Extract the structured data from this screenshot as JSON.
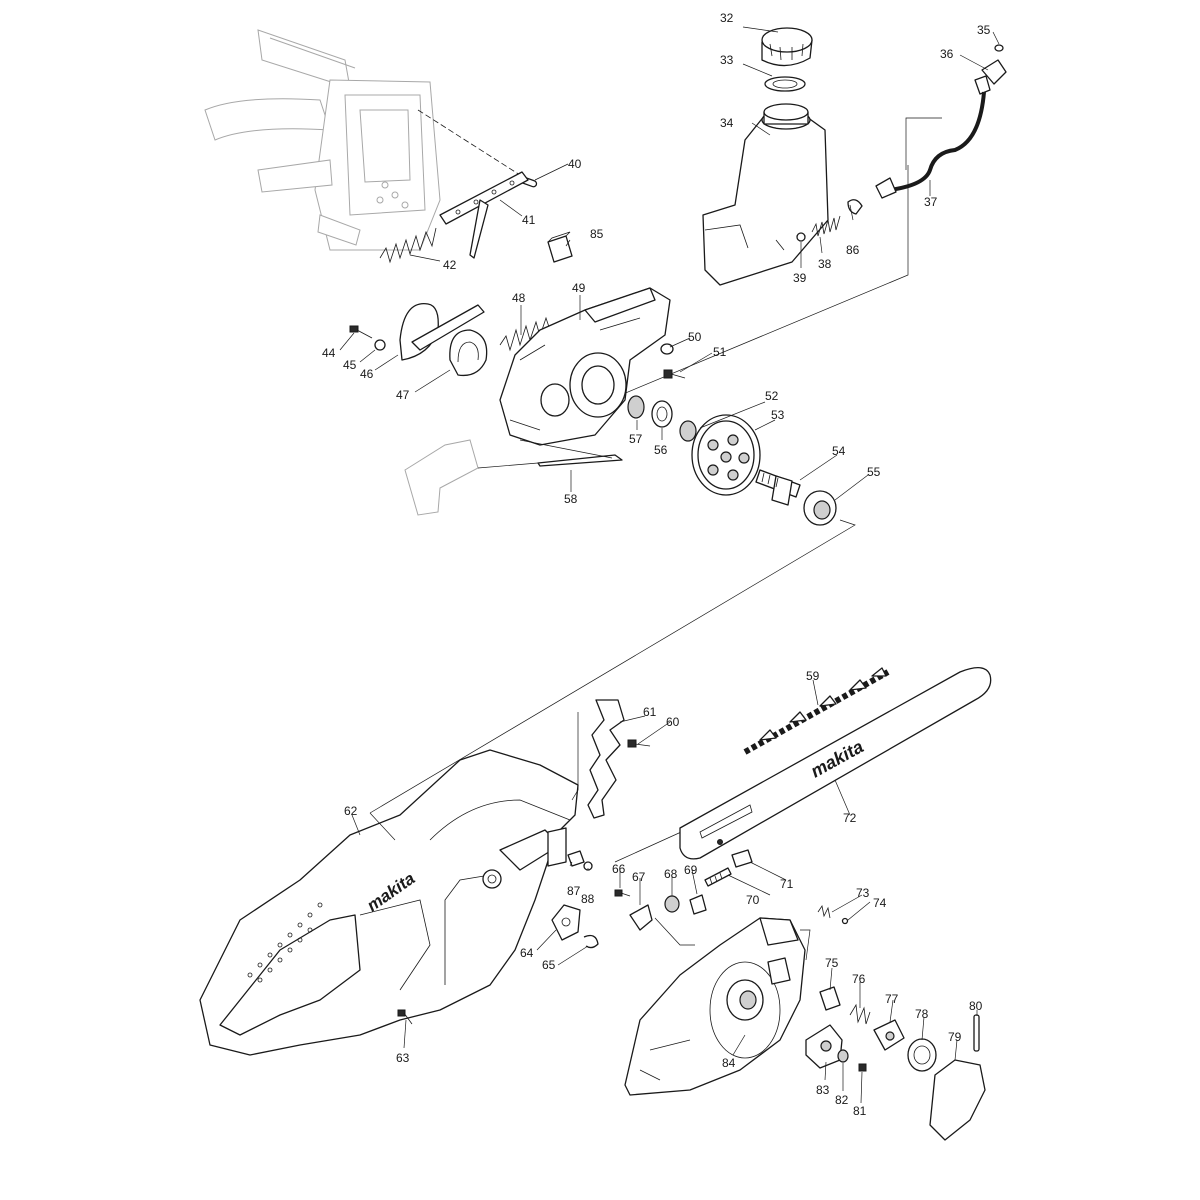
{
  "brand": {
    "logo_text": "makita"
  },
  "colors": {
    "line": "#1a1a1a",
    "faint": "#a8a8a8",
    "shade": "#cfcfcf",
    "background": "#ffffff"
  },
  "callouts": [
    {
      "id": "c32",
      "label": "32"
    },
    {
      "id": "c33",
      "label": "33"
    },
    {
      "id": "c34",
      "label": "34"
    },
    {
      "id": "c35",
      "label": "35"
    },
    {
      "id": "c36",
      "label": "36"
    },
    {
      "id": "c37",
      "label": "37"
    },
    {
      "id": "c38",
      "label": "38"
    },
    {
      "id": "c39",
      "label": "39"
    },
    {
      "id": "c40",
      "label": "40"
    },
    {
      "id": "c41",
      "label": "41"
    },
    {
      "id": "c42",
      "label": "42"
    },
    {
      "id": "c44",
      "label": "44"
    },
    {
      "id": "c45",
      "label": "45"
    },
    {
      "id": "c46",
      "label": "46"
    },
    {
      "id": "c47",
      "label": "47"
    },
    {
      "id": "c48",
      "label": "48"
    },
    {
      "id": "c49",
      "label": "49"
    },
    {
      "id": "c50",
      "label": "50"
    },
    {
      "id": "c51",
      "label": "51"
    },
    {
      "id": "c52",
      "label": "52"
    },
    {
      "id": "c53",
      "label": "53"
    },
    {
      "id": "c54",
      "label": "54"
    },
    {
      "id": "c55",
      "label": "55"
    },
    {
      "id": "c56",
      "label": "56"
    },
    {
      "id": "c57",
      "label": "57"
    },
    {
      "id": "c58",
      "label": "58"
    },
    {
      "id": "c59",
      "label": "59"
    },
    {
      "id": "c60",
      "label": "60"
    },
    {
      "id": "c61",
      "label": "61"
    },
    {
      "id": "c62",
      "label": "62"
    },
    {
      "id": "c63",
      "label": "63"
    },
    {
      "id": "c64",
      "label": "64"
    },
    {
      "id": "c65",
      "label": "65"
    },
    {
      "id": "c66",
      "label": "66"
    },
    {
      "id": "c67",
      "label": "67"
    },
    {
      "id": "c68",
      "label": "68"
    },
    {
      "id": "c69",
      "label": "69"
    },
    {
      "id": "c70",
      "label": "70"
    },
    {
      "id": "c71",
      "label": "71"
    },
    {
      "id": "c72",
      "label": "72"
    },
    {
      "id": "c73",
      "label": "73"
    },
    {
      "id": "c74",
      "label": "74"
    },
    {
      "id": "c75",
      "label": "75"
    },
    {
      "id": "c76",
      "label": "76"
    },
    {
      "id": "c77",
      "label": "77"
    },
    {
      "id": "c78",
      "label": "78"
    },
    {
      "id": "c79",
      "label": "79"
    },
    {
      "id": "c80",
      "label": "80"
    },
    {
      "id": "c81",
      "label": "81"
    },
    {
      "id": "c82",
      "label": "82"
    },
    {
      "id": "c83",
      "label": "83"
    },
    {
      "id": "c84",
      "label": "84"
    },
    {
      "id": "c85",
      "label": "85"
    },
    {
      "id": "c86",
      "label": "86"
    },
    {
      "id": "c87",
      "label": "87"
    },
    {
      "id": "c88",
      "label": "88"
    }
  ]
}
